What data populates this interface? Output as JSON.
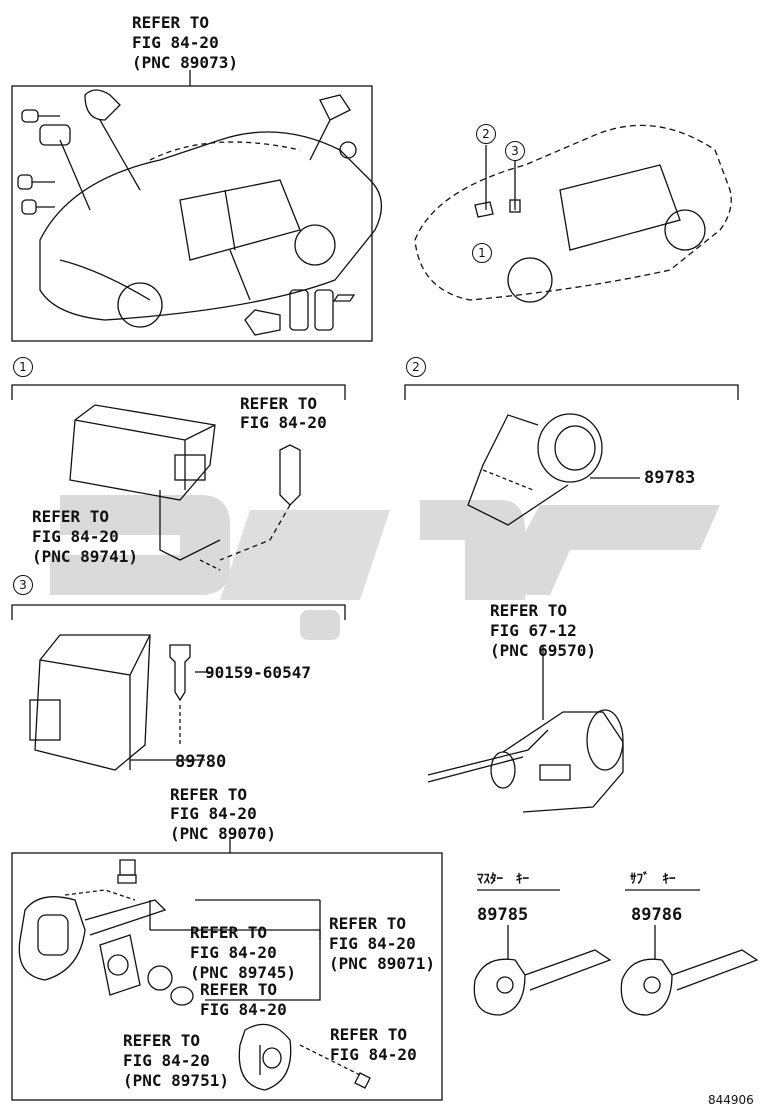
{
  "header": {
    "refer_1": "REFER TO",
    "refer_2": "FIG 84-20",
    "refer_3": "(PNC 89073)"
  },
  "markers": {
    "m1": "1",
    "m2": "2",
    "m3": "3"
  },
  "section1": {
    "refer_a_1": "REFER TO",
    "refer_a_2": "FIG 84-20",
    "refer_b_1": "REFER TO",
    "refer_b_2": "FIG 84-20",
    "refer_b_3": "(PNC 89741)"
  },
  "section2": {
    "part": "89783",
    "refer_1": "REFER TO",
    "refer_2": "FIG 67-12",
    "refer_3": "(PNC 69570)"
  },
  "section3": {
    "bolt": "90159-60547",
    "part": "89780"
  },
  "key_section": {
    "refer_top_1": "REFER TO",
    "refer_top_2": "FIG 84-20",
    "refer_top_3": "(PNC 89070)",
    "refer_a_1": "REFER TO",
    "refer_a_2": "FIG 84-20",
    "refer_a_3": "(PNC 89745)",
    "refer_b_1": "REFER TO",
    "refer_b_2": "FIG 84-20",
    "refer_b_3": "(PNC 89071)",
    "refer_c_1": "REFER TO",
    "refer_c_2": "FIG 84-20",
    "refer_d_1": "REFER TO",
    "refer_d_2": "FIG 84-20",
    "refer_d_3": "(PNC 89751)",
    "refer_e_1": "REFER TO",
    "refer_e_2": "FIG 84-20"
  },
  "keys": {
    "master_label": "ﾏｽﾀｰ　ｷｰ",
    "master_part": "89785",
    "sub_label": "ｻﾌﾞ　ｷｰ",
    "sub_part": "89786"
  },
  "footer": {
    "drawing_no": "844906"
  },
  "colors": {
    "ink": "#111111",
    "watermark": "#d2d2d2"
  }
}
